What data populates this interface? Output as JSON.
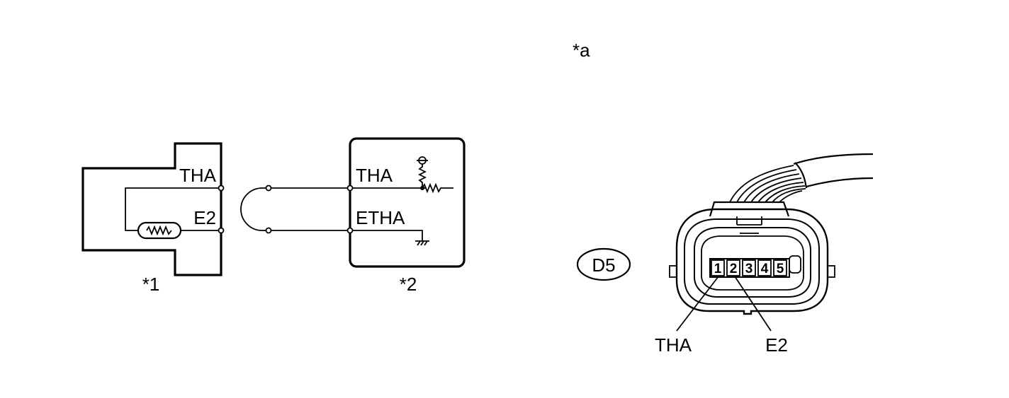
{
  "callouts": {
    "view_a": "*a",
    "component_1": "*1",
    "component_2": "*2"
  },
  "sensor": {
    "terminal_top": "THA",
    "terminal_bottom": "E2"
  },
  "ecm": {
    "terminal_top": "THA",
    "terminal_bottom": "ETHA"
  },
  "connector": {
    "code": "D5",
    "pins": [
      "1",
      "2",
      "3",
      "4",
      "5"
    ],
    "leader_labels": {
      "pin1": "THA",
      "pin2": "E2"
    }
  }
}
